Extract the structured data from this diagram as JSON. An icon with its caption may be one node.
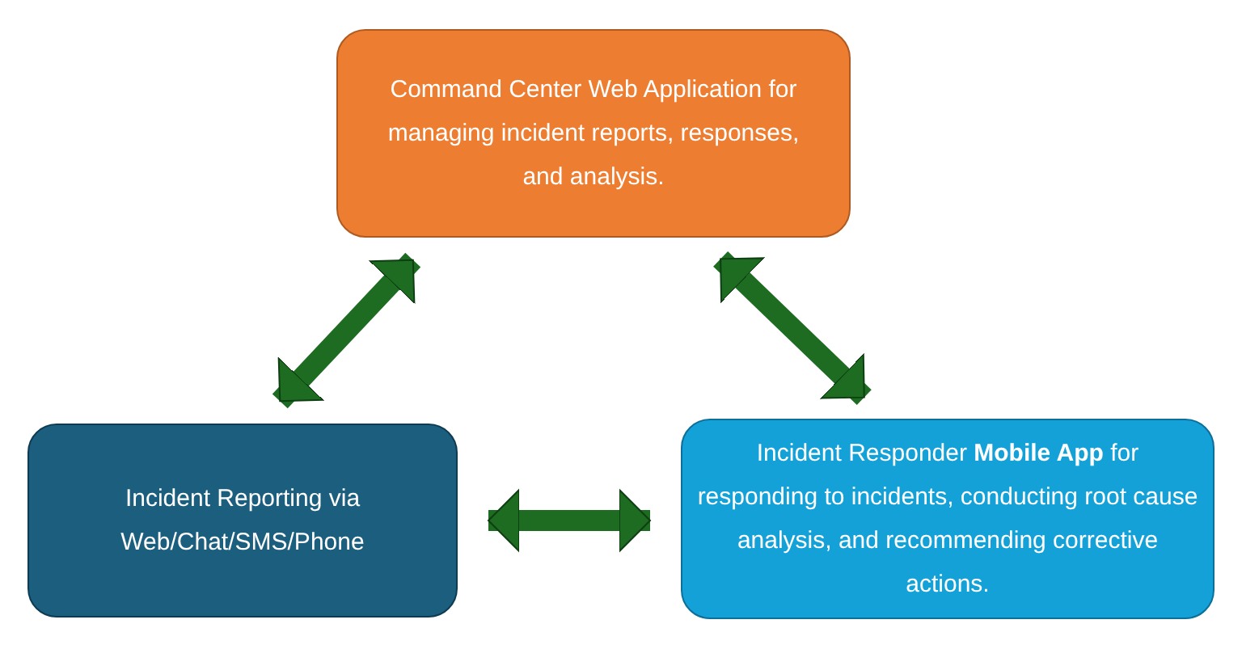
{
  "diagram": {
    "nodes": [
      {
        "text": [
          "Command Center Web Application for managing incident reports, responses, and analysis."
        ]
      },
      {
        "text": [
          "Incident Reporting via Web/Chat/SMS/Phone"
        ]
      },
      {
        "text": [
          "Incident Responder **Mobile App** for responding to incidents, conducting root cause analysis, and recommending corrective actions."
        ]
      }
    ],
    "edges": [
      {
        "from": 0,
        "to": 1,
        "arrow": "both"
      },
      {
        "from": 0,
        "to": 2,
        "arrow": "both"
      },
      {
        "from": 1,
        "to": 2,
        "arrow": "both"
      }
    ]
  }
}
